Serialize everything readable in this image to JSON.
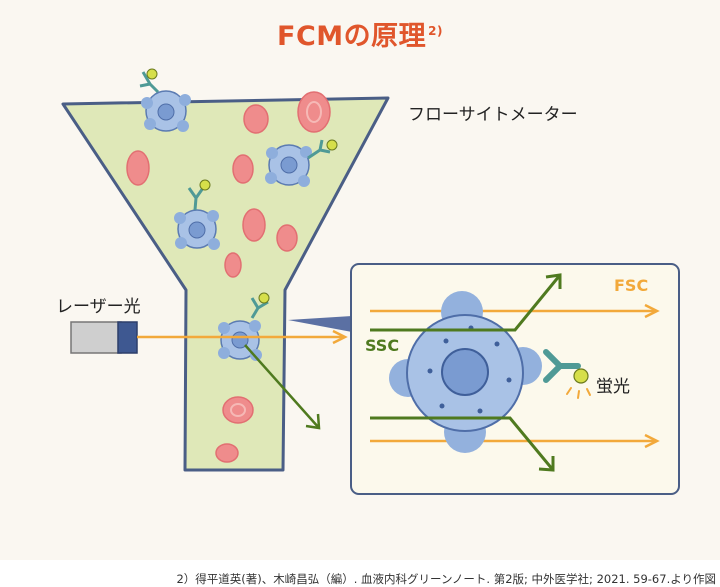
{
  "title": "FCMの原理",
  "title_ref": "2)",
  "labels": {
    "flow_cytometer": "フローサイトメーター",
    "laser": "レーザー光",
    "fsc": "FSC",
    "ssc": "SSC",
    "fluorescence": "蛍光"
  },
  "footer": "2）得平道英(著)、木崎昌弘（編）. 血液内科グリーンノート. 第2版; 中外医学社; 2021. 59-67.より作図",
  "colors": {
    "title": "#e0562c",
    "fsc": "#f2a93b",
    "ssc": "#4f7a1f",
    "funnel_fill": "#dfe8b8",
    "cell": "#a9c2e6",
    "rbc": "#ef8c8c"
  }
}
